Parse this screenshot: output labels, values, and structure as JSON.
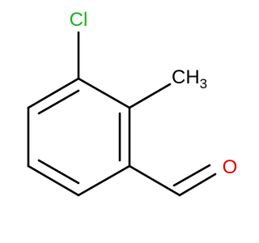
{
  "molecule": {
    "atoms": {
      "chlorine": {
        "label": "Cl",
        "color": "#1db01d"
      },
      "methyl": {
        "label": "CH",
        "subscript": "3",
        "color": "#000000"
      },
      "oxygen": {
        "label": "O",
        "color": "#e60000"
      }
    },
    "bond_color": "#000000"
  }
}
